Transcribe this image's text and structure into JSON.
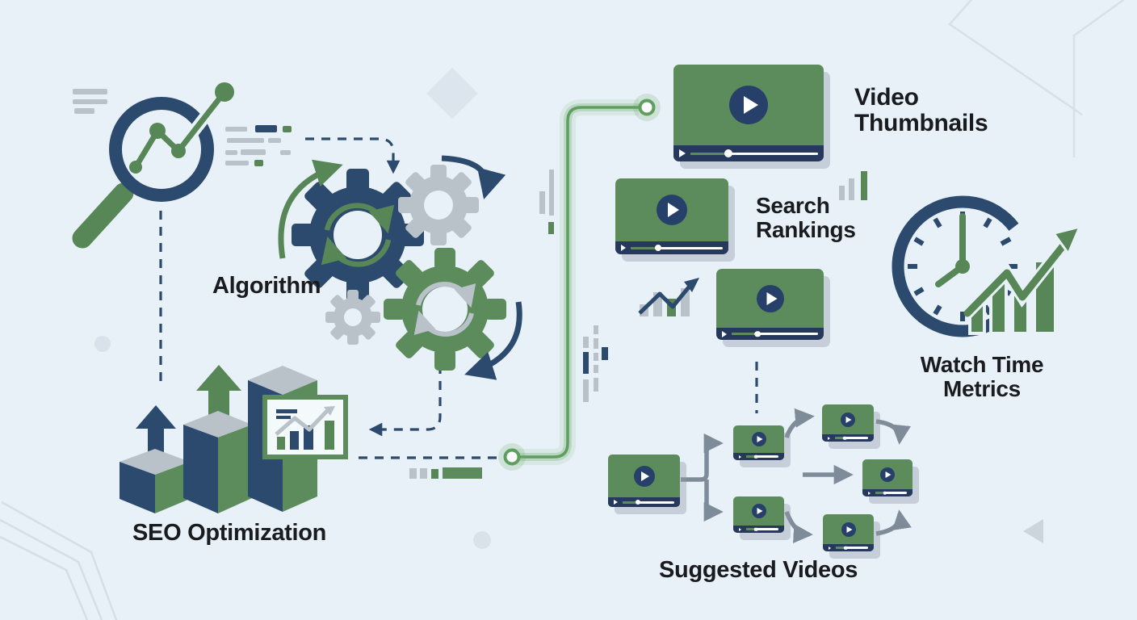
{
  "labels": {
    "algorithm": "Algorithm",
    "seo_optimization": "SEO Optimization",
    "video_thumbnails": "Video\nThumbnails",
    "search_rankings": "Search\nRankings",
    "watch_time_metrics": "Watch Time\nMetrics",
    "suggested_videos": "Suggested Videos"
  },
  "colors": {
    "background": "#e9f1f8",
    "navy": "#2c4a6e",
    "navy_dark": "#26395c",
    "green": "#5d8c5c",
    "connector_green": "#5f9e5f",
    "gray": "#b9c1c9",
    "arrow_slate": "#7e8c9a",
    "text": "#191b1f"
  },
  "icons": {
    "magnifier": "search-trend-icon",
    "gears": "algorithm-gears-icon",
    "growth_bars": "seo-growth-bars-icon",
    "analytics_card": "analytics-card-icon",
    "clock": "watch-time-clock-icon",
    "growth_chart": "growth-chart-icon",
    "video_player": "video-player-icon"
  }
}
